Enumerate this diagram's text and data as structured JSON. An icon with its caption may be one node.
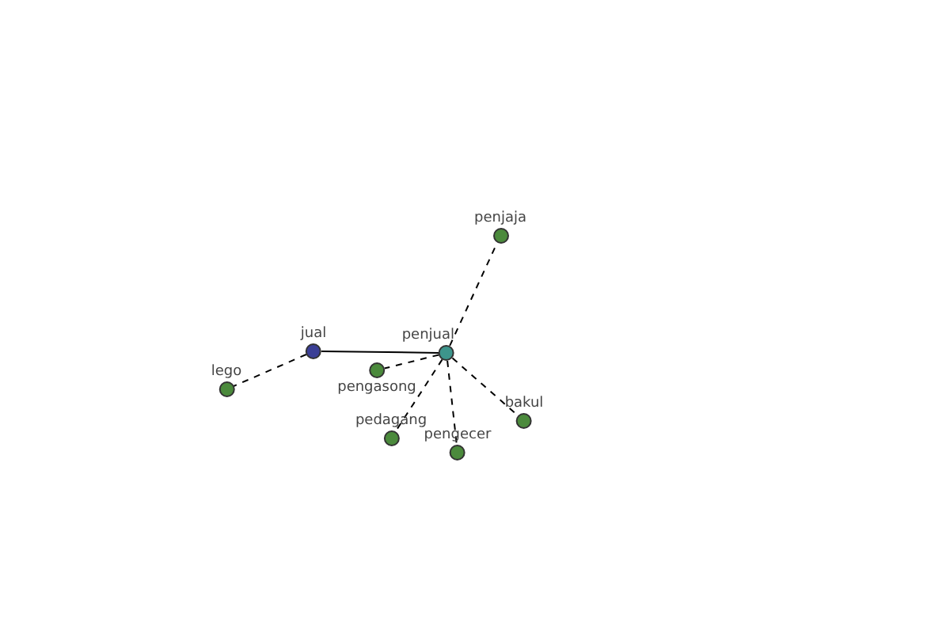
{
  "diagram": {
    "nodes": [
      {
        "text": [
          "jual"
        ]
      },
      {
        "text": [
          "lego"
        ]
      },
      {
        "text": [
          "penjual"
        ]
      },
      {
        "text": [
          "pengasong"
        ]
      },
      {
        "text": [
          "penjaja"
        ]
      },
      {
        "text": [
          "pedagang"
        ]
      },
      {
        "text": [
          "pengecer"
        ]
      },
      {
        "text": [
          "bakul"
        ]
      }
    ],
    "edges": [
      {
        "from": 0,
        "to": 2,
        "arrow": "none"
      },
      {
        "from": 0,
        "to": 1,
        "arrow": "none",
        "style": "dashed"
      },
      {
        "from": 2,
        "to": 3,
        "arrow": "none",
        "style": "dashed"
      },
      {
        "from": 2,
        "to": 4,
        "arrow": "none",
        "style": "dashed"
      },
      {
        "from": 2,
        "to": 5,
        "arrow": "none",
        "style": "dashed"
      },
      {
        "from": 2,
        "to": 6,
        "arrow": "none",
        "style": "dashed"
      },
      {
        "from": 2,
        "to": 7,
        "arrow": "none",
        "style": "dashed"
      }
    ]
  }
}
